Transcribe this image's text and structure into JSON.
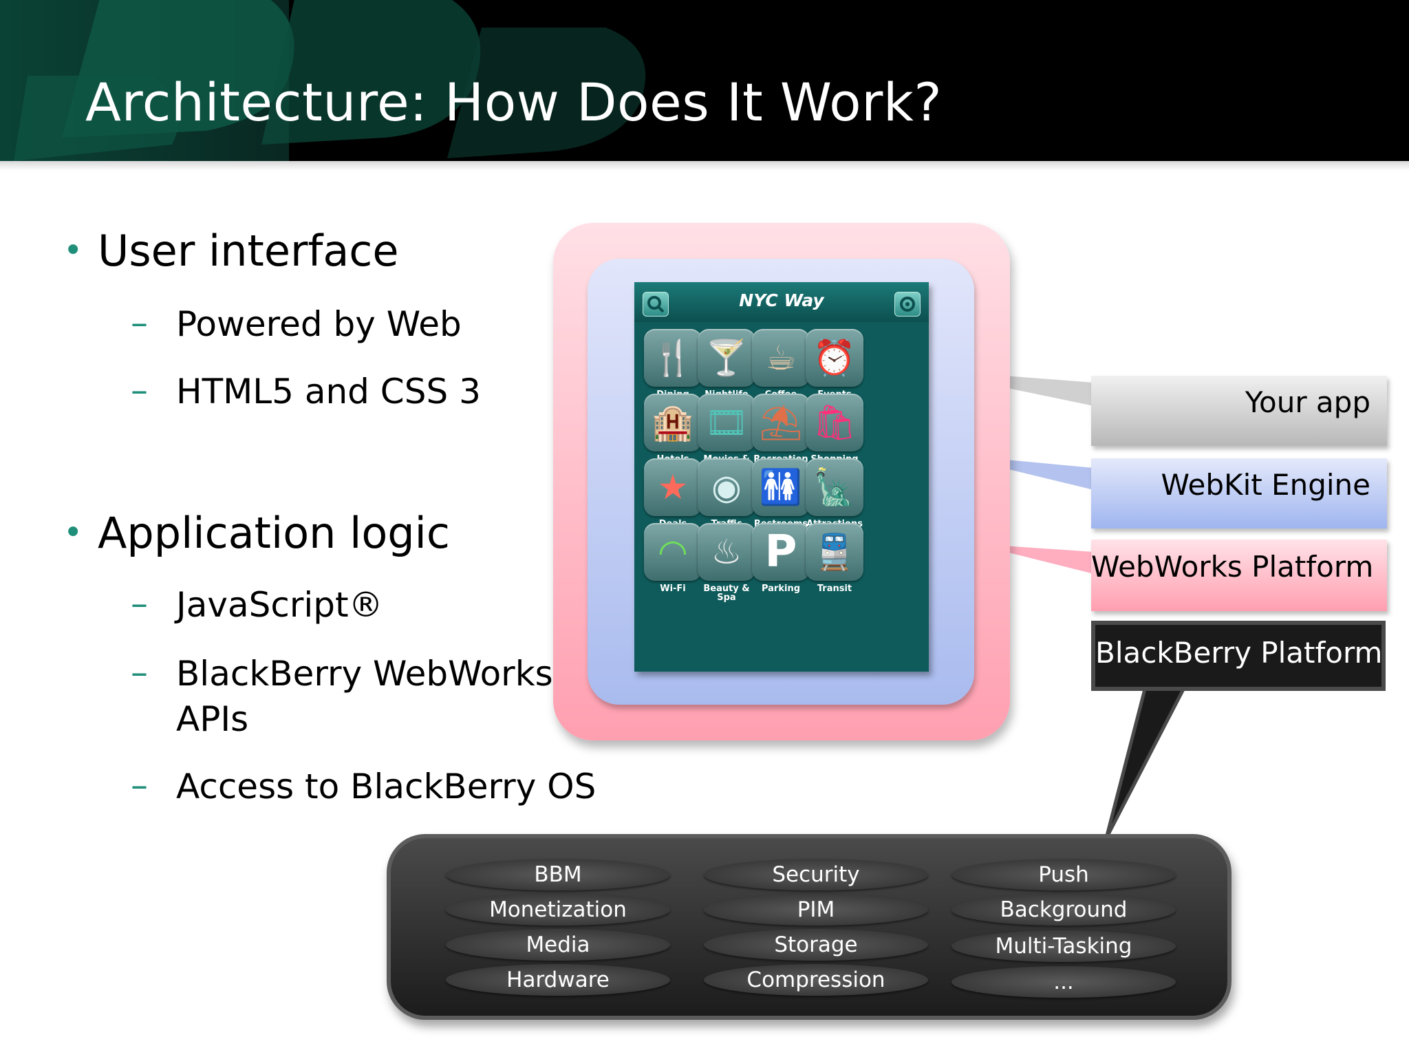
{
  "slide": {
    "title": "Architecture: How Does It Work?"
  },
  "bullets": {
    "ui": {
      "heading": "User interface",
      "items": [
        "Powered by Web",
        "HTML5 and CSS 3"
      ]
    },
    "logic": {
      "heading": "Application logic",
      "items": [
        "JavaScript®",
        "BlackBerry WebWorks",
        "APIs",
        "Access to BlackBerry OS"
      ]
    }
  },
  "device": {
    "app_title": "NYC Way",
    "tiles": [
      {
        "label": "Dining",
        "icon": "dining-icon"
      },
      {
        "label": "Nightlife",
        "icon": "cocktail-icon"
      },
      {
        "label": "Coffee",
        "icon": "coffee-icon"
      },
      {
        "label": "Events",
        "icon": "alarm-clock-icon"
      },
      {
        "label": "Hotels",
        "icon": "hotel-icon"
      },
      {
        "label": "Movies &\nShowtimes",
        "icon": "film-reel-icon"
      },
      {
        "label": "Recreation",
        "icon": "beach-chair-icon"
      },
      {
        "label": "Shopping",
        "icon": "shopping-bag-icon"
      },
      {
        "label": "Deals",
        "icon": "star-icon"
      },
      {
        "label": "Traffic\nCameras",
        "icon": "camera-icon"
      },
      {
        "label": "Restrooms",
        "icon": "restroom-icon"
      },
      {
        "label": "Attractions",
        "icon": "statue-of-liberty-icon"
      },
      {
        "label": "Wi-Fi",
        "icon": "wifi-icon"
      },
      {
        "label": "Beauty &\nSpa",
        "icon": "hair-dryer-icon"
      },
      {
        "label": "Parking",
        "icon": "parking-icon"
      },
      {
        "label": "Transit",
        "icon": "train-icon"
      }
    ]
  },
  "layers": {
    "app": "Your app",
    "webkit": "WebKit Engine",
    "webworks": "WebWorks Platform",
    "blackberry": "BlackBerry Platform"
  },
  "platform_features": [
    [
      "BBM",
      "Security",
      "Push"
    ],
    [
      "Monetization",
      "PIM",
      "Background"
    ],
    [
      "Media",
      "Storage",
      "Multi-Tasking"
    ],
    [
      "Hardware",
      "Compression",
      "..."
    ]
  ],
  "colors": {
    "bullet_accent": "#1f8f7a",
    "app_layer": "#c8c8c8",
    "webkit_layer": "#a9bbee",
    "webworks_layer": "#ff9fb0",
    "platform_layer": "#1a1a1a"
  }
}
